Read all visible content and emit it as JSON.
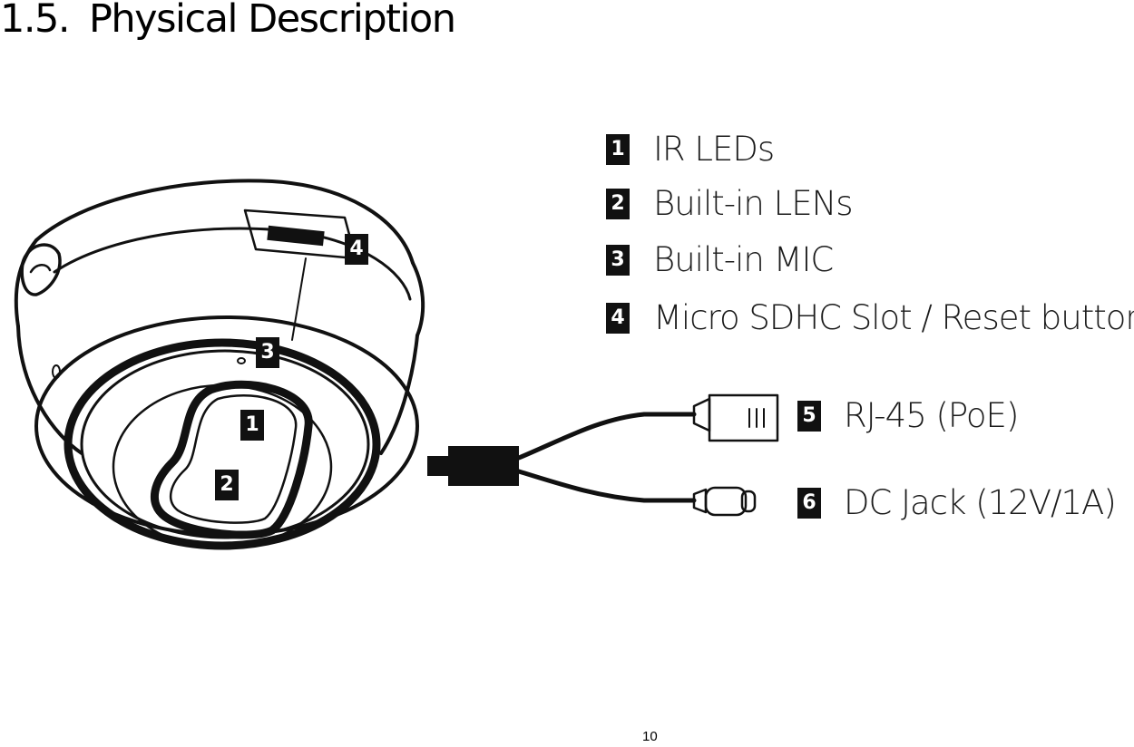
{
  "section": {
    "number": "1.5.",
    "title": "Physical Description"
  },
  "callouts": [
    {
      "num": "1",
      "label": "IR LEDs"
    },
    {
      "num": "2",
      "label": "Built-in LENs"
    },
    {
      "num": "3",
      "label": "Built-in MIC"
    },
    {
      "num": "4",
      "label": "Micro SDHC Slot / Reset button"
    },
    {
      "num": "5",
      "label": "RJ-45 (PoE)"
    },
    {
      "num": "6",
      "label": "DC Jack (12V/1A)"
    }
  ],
  "page_number": "10"
}
